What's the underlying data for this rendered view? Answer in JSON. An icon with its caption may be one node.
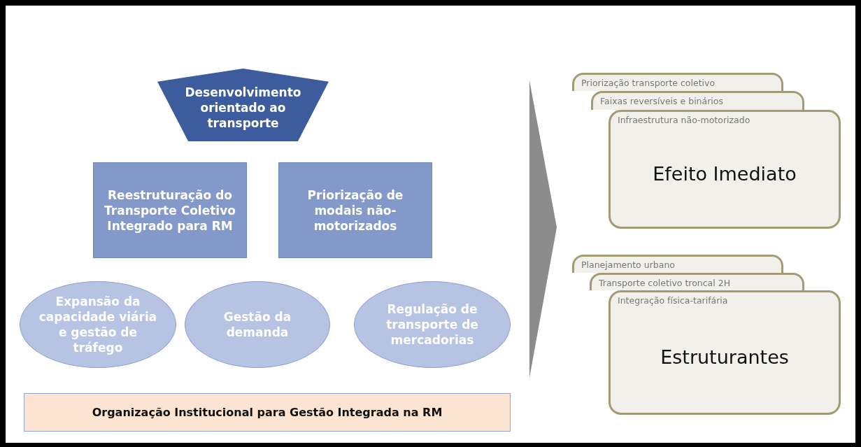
{
  "diagram": {
    "nodes": [
      {
        "text": [
          "Desenvolvimento orientado ao transporte"
        ]
      },
      {
        "text": [
          "Reestruturação do Transporte Coletivo Integrado para RM"
        ]
      },
      {
        "text": [
          "Priorização de modais não-motorizados"
        ]
      },
      {
        "text": [
          "Expansão da capacidade viária e gestão de tráfego"
        ]
      },
      {
        "text": [
          "Gestão da demanda"
        ]
      },
      {
        "text": [
          "Regulação de transporte de mercadorias"
        ]
      },
      {
        "text": [
          "Organização Institucional para Gestão Integrada na RM"
        ]
      },
      {
        "text": [
          "Priorização transporte coletivo"
        ]
      },
      {
        "text": [
          "Faixas reversíveis e binários"
        ]
      },
      {
        "text": [
          "Infraestrutura não-motorizado",
          "Efeito Imediato"
        ]
      },
      {
        "text": [
          "Planejamento urbano"
        ]
      },
      {
        "text": [
          "Transporte coletivo troncal 2H"
        ]
      },
      {
        "text": [
          "Integração física-tarifária",
          "Estruturantes"
        ]
      }
    ]
  }
}
